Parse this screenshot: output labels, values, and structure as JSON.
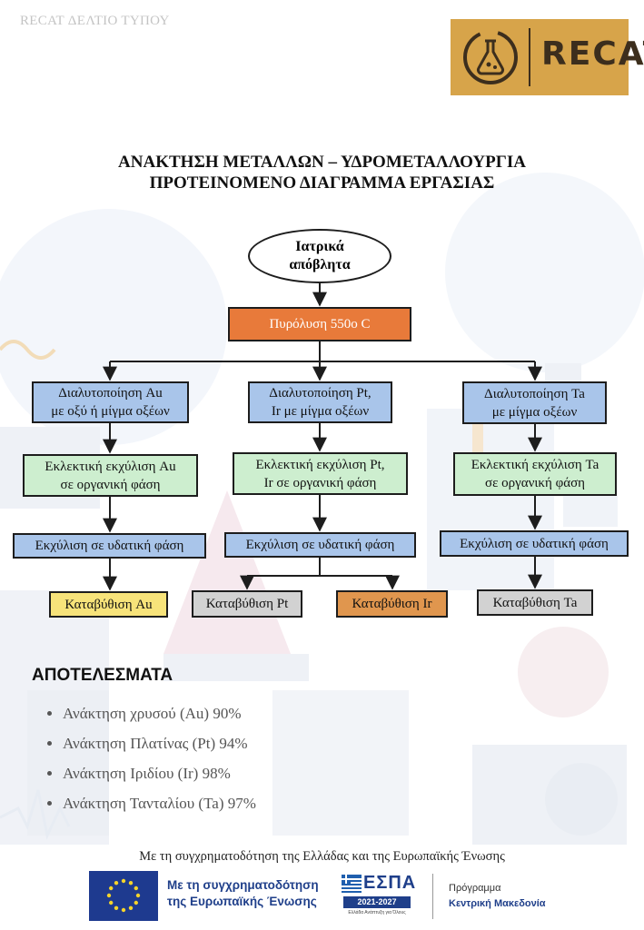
{
  "header": {
    "tag": "RECAT ΔΕΛΤΙΟ ΤΥΠΟΥ"
  },
  "logo": {
    "text": "RECAT"
  },
  "title": {
    "line1": "ΑΝΑΚΤΗΣΗ ΜΕΤΑΛΛΩΝ – ΥΔΡΟΜΕΤΑΛΛΟΥΡΓΙΑ",
    "line2": "ΠΡΟΤΕΙΝΟΜΕΝΟ ΔΙΑΓΡΑΜΜΑ ΕΡΓΑΣΙΑΣ"
  },
  "flow": {
    "start": {
      "line1": "Ιατρικά",
      "line2": "απόβλητα"
    },
    "pyrolysis": "Πυρόλυση 550ο C",
    "columns": [
      {
        "dissolve1": "Διαλυτοποίηση Au",
        "dissolve2": "με οξύ ή μίγμα οξέων",
        "extract1": "Εκλεκτική εκχύλιση Au",
        "extract2": "σε οργανική φάση",
        "aqueous": "Εκχύλιση σε υδατική φάση",
        "precip": [
          "Καταβύθιση Au"
        ]
      },
      {
        "dissolve1": "Διαλυτοποίηση Pt,",
        "dissolve2": "Ir με μίγμα οξέων",
        "extract1": "Εκλεκτική εκχύλιση Pt,",
        "extract2": "Ir σε οργανική φάση",
        "aqueous": "Εκχύλιση σε υδατική φάση",
        "precip": [
          "Καταβύθιση Pt",
          "Καταβύθιση Ir"
        ]
      },
      {
        "dissolve1": "Διαλυτοποίηση Ta",
        "dissolve2": "με μίγμα οξέων",
        "extract1": "Εκλεκτική εκχύλιση Ta",
        "extract2": "σε οργανική φάση",
        "aqueous": "Εκχύλιση σε υδατική φάση",
        "precip": [
          "Καταβύθιση Ta"
        ]
      }
    ]
  },
  "results": {
    "title": "ΑΠΟΤΕΛΕΣΜΑΤΑ",
    "items": [
      "Ανάκτηση χρυσού (Au) 90%",
      "Ανάκτηση Πλατίνας (Pt) 94%",
      "Ανάκτηση Ιριδίου (Ir) 98%",
      "Ανάκτηση Τανταλίου (Ta) 97%"
    ]
  },
  "footer": {
    "funding_text": "Με τη συγχρηματοδότηση της Ελλάδας και της Ευρωπαϊκής Ένωσης",
    "eu_line1": "Με τη συγχρηματοδότηση",
    "eu_line2": "της Ευρωπαϊκής Ένωσης",
    "espa_title": "ΕΣΠΑ",
    "espa_years": "2021-2027",
    "espa_sub": "Ελλάδα Ανάπτυξη για Όλους",
    "program_label": "Πρόγραμμα",
    "program_name": "Κεντρική Μακεδονία"
  },
  "colors": {
    "blue_box": "#a9c5ea",
    "green_box": "#cdeecf",
    "pyrolysis": "#e87a3a",
    "gold": "#f7e37a",
    "iridium": "#e0964e",
    "grey": "#d2d2d2",
    "logo_bg": "#d7a44a"
  }
}
